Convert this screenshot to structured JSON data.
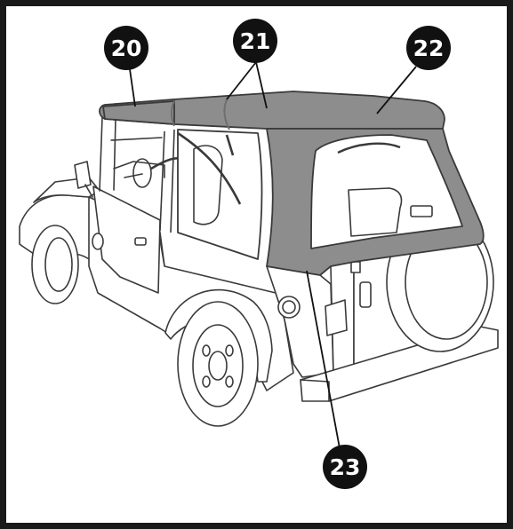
{
  "callouts": [
    {
      "id": "20",
      "label": "20"
    },
    {
      "id": "21",
      "label": "21"
    },
    {
      "id": "22",
      "label": "22"
    },
    {
      "id": "23",
      "label": "23"
    }
  ],
  "colors": {
    "frame": "#1a1a1a",
    "soft_top": "#8d8d8d",
    "soft_top_seam": "#6f6f6f",
    "outline": "#3a3a3a",
    "badge": "#111111"
  }
}
